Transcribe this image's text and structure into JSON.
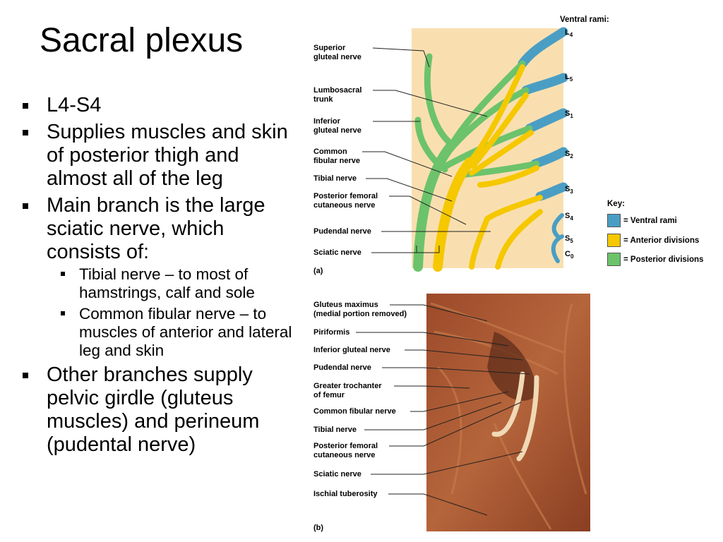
{
  "title": "Sacral plexus",
  "bullets": {
    "b1": "L4-S4",
    "b2": "Supplies muscles and skin of posterior thigh and almost all of the leg",
    "b3": "Main branch is the large sciatic nerve, which consists of:",
    "b3_sub1": "Tibial nerve – to most of hamstrings, calf and sole",
    "b3_sub2": "Common fibular nerve – to muscles of anterior and lateral leg and skin",
    "b4": "Other branches supply pelvic girdle (gluteus muscles) and perineum (pudental nerve)"
  },
  "diagram_a": {
    "heading": "Ventral rami:",
    "panel_label": "(a)",
    "labels": {
      "superior_gluteal": "Superior\ngluteal nerve",
      "lumbosacral": "Lumbosacral\ntrunk",
      "inferior_gluteal": "Inferior\ngluteal nerve",
      "common_fibular": "Common\nfibular nerve",
      "tibial": "Tibial nerve",
      "post_femoral": "Posterior femoral\ncutaneous nerve",
      "pudendal": "Pudendal nerve",
      "sciatic": "Sciatic nerve"
    },
    "rami": {
      "l4": "L",
      "l4s": "4",
      "l5": "L",
      "l5s": "5",
      "s1": "S",
      "s1s": "1",
      "s2": "S",
      "s2s": "2",
      "s3": "S",
      "s3s": "3",
      "s4": "S",
      "s4s": "4",
      "s5": "S",
      "s5s": "5",
      "c0": "C",
      "c0s": "0"
    },
    "colors": {
      "ventral": "#4a9ec4",
      "anterior": "#f5c800",
      "posterior": "#6cc36b",
      "background": "#f9dfb0"
    }
  },
  "key": {
    "heading": "Key:",
    "ventral": "= Ventral rami",
    "anterior": "= Anterior divisions",
    "posterior": "= Posterior divisions"
  },
  "diagram_b": {
    "panel_label": "(b)",
    "labels": {
      "gluteus_max": "Gluteus maximus\n(medial portion removed)",
      "piriformis": "Piriformis",
      "inferior_gluteal": "Inferior gluteal nerve",
      "pudendal": "Pudendal nerve",
      "trochanter": "Greater trochanter\nof femur",
      "common_fibular": "Common fibular nerve",
      "tibial": "Tibial nerve",
      "post_femoral": "Posterior femoral\ncutaneous nerve",
      "sciatic": "Sciatic nerve",
      "ischial": "Ischial tuberosity"
    }
  }
}
